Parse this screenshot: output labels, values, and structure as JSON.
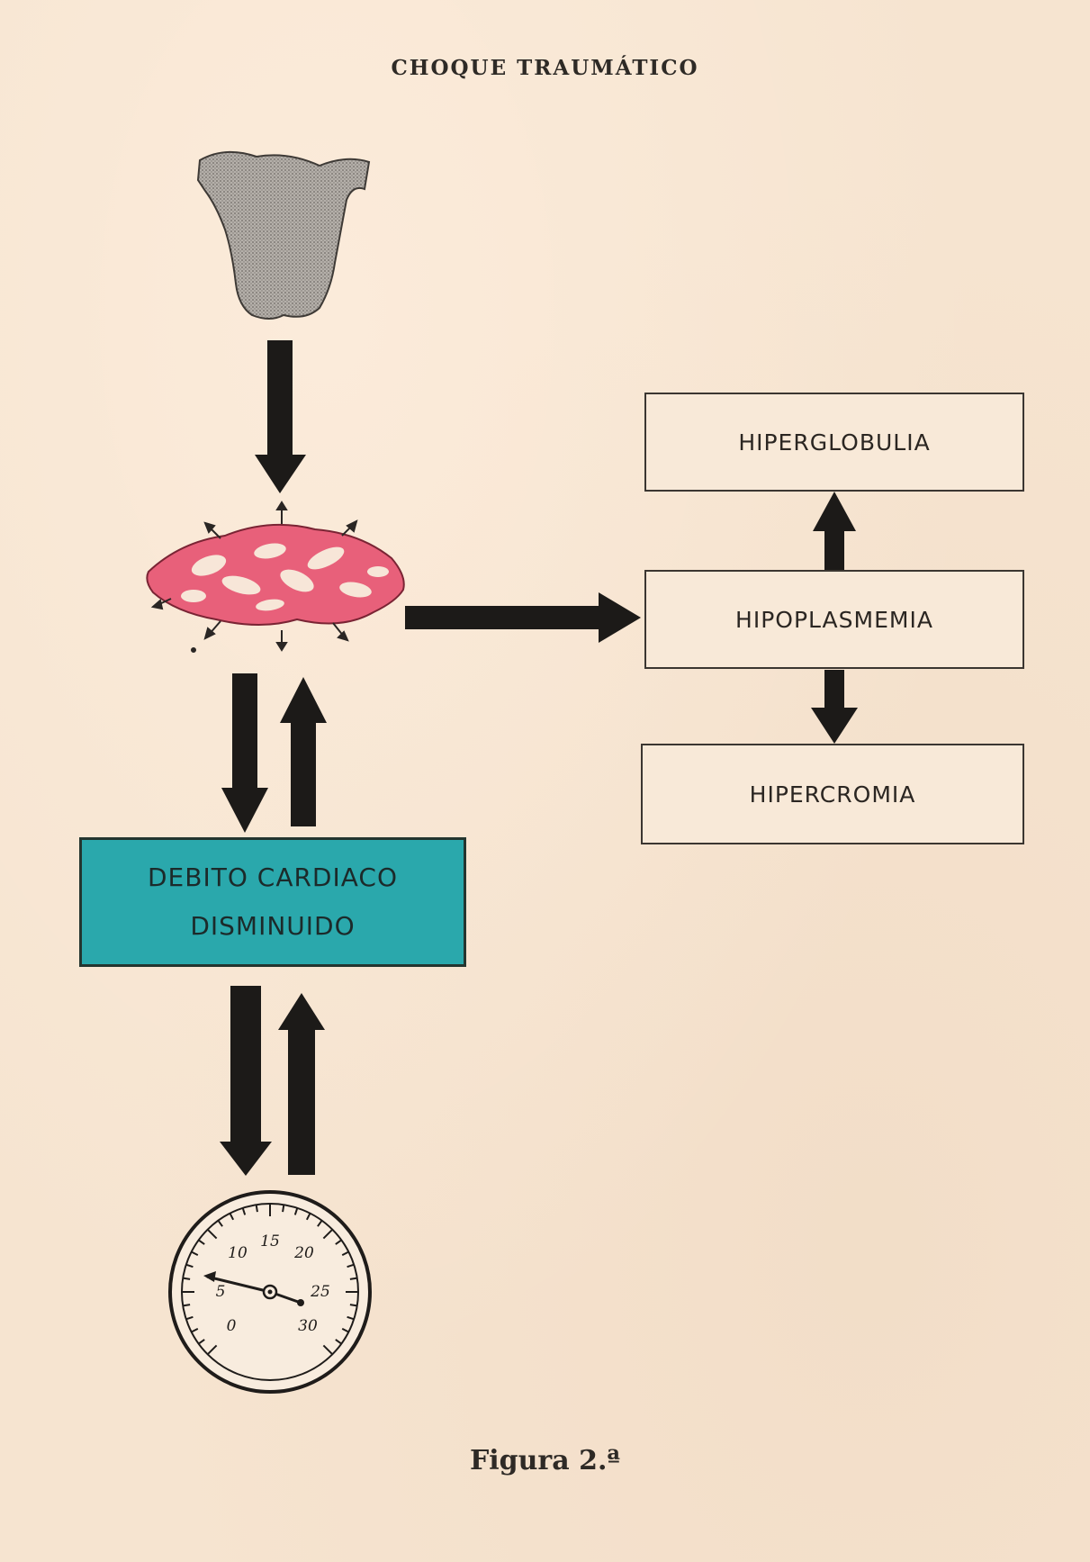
{
  "header": {
    "running_title": "CHOQUE TRAUMÁTICO"
  },
  "boxes": {
    "hiperglobulia": "HIPERGLOBULIA",
    "hipoplasmemia": "HIPOPLASMEMIA",
    "hipercromia": "HIPERCROMIA",
    "debito_line1": "DEBITO CARDIACO",
    "debito_line2": "DISMINUIDO"
  },
  "gauge": {
    "tick_labels": [
      "0",
      "5",
      "10",
      "15",
      "20",
      "25",
      "30"
    ]
  },
  "caption": {
    "text": "Figura 2.ª"
  },
  "colors": {
    "paper": "#f6e4d0",
    "arrow": "#1c1a18",
    "teal_box": "#2aa8ac",
    "tissue": "#e8607a",
    "torso": "#9a9590"
  }
}
